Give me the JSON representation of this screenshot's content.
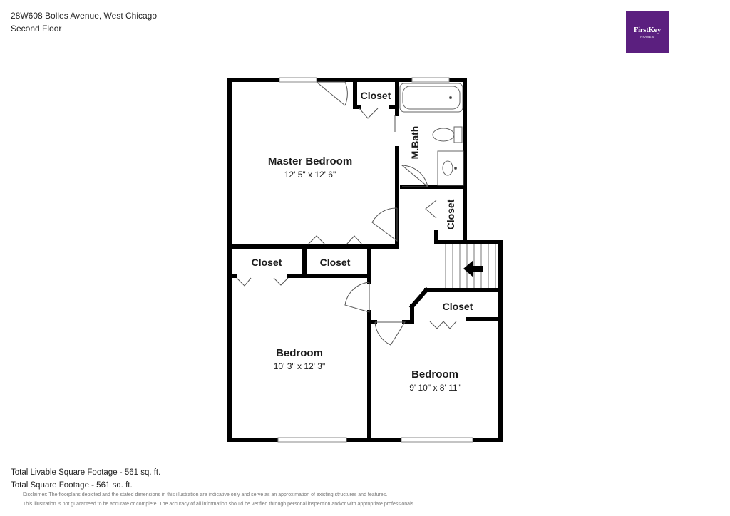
{
  "header": {
    "address": "28W608 Bolles Avenue, West Chicago",
    "floor": "Second Floor"
  },
  "logo": {
    "brand": "FirstKey",
    "sub": "HOMES",
    "color": "#5b1f7f"
  },
  "rooms": {
    "master_bedroom": {
      "name": "Master Bedroom",
      "dims": "12' 5\" x 12' 6\""
    },
    "master_bath": {
      "name": "M.Bath"
    },
    "bedroom_left": {
      "name": "Bedroom",
      "dims": "10' 3\" x 12' 3\""
    },
    "bedroom_right": {
      "name": "Bedroom",
      "dims": "9' 10\" x 8' 11\""
    },
    "closets": [
      "Closet",
      "Closet",
      "Closet",
      "Closet",
      "Closet"
    ]
  },
  "footer": {
    "livable": "Total Livable Square Footage - 561 sq. ft.",
    "total": "Total Square Footage - 561 sq. ft.",
    "disclaimer_1": "Disclaimer: The floorplans depicted and the stated dimensions in this illustration are indicative only and serve as an approximation of existing structures and features.",
    "disclaimer_2": "This illustration is not guaranteed to be accurate or complete. The accuracy of all information should be verified through personal inspection and/or with appropriate professionals."
  }
}
